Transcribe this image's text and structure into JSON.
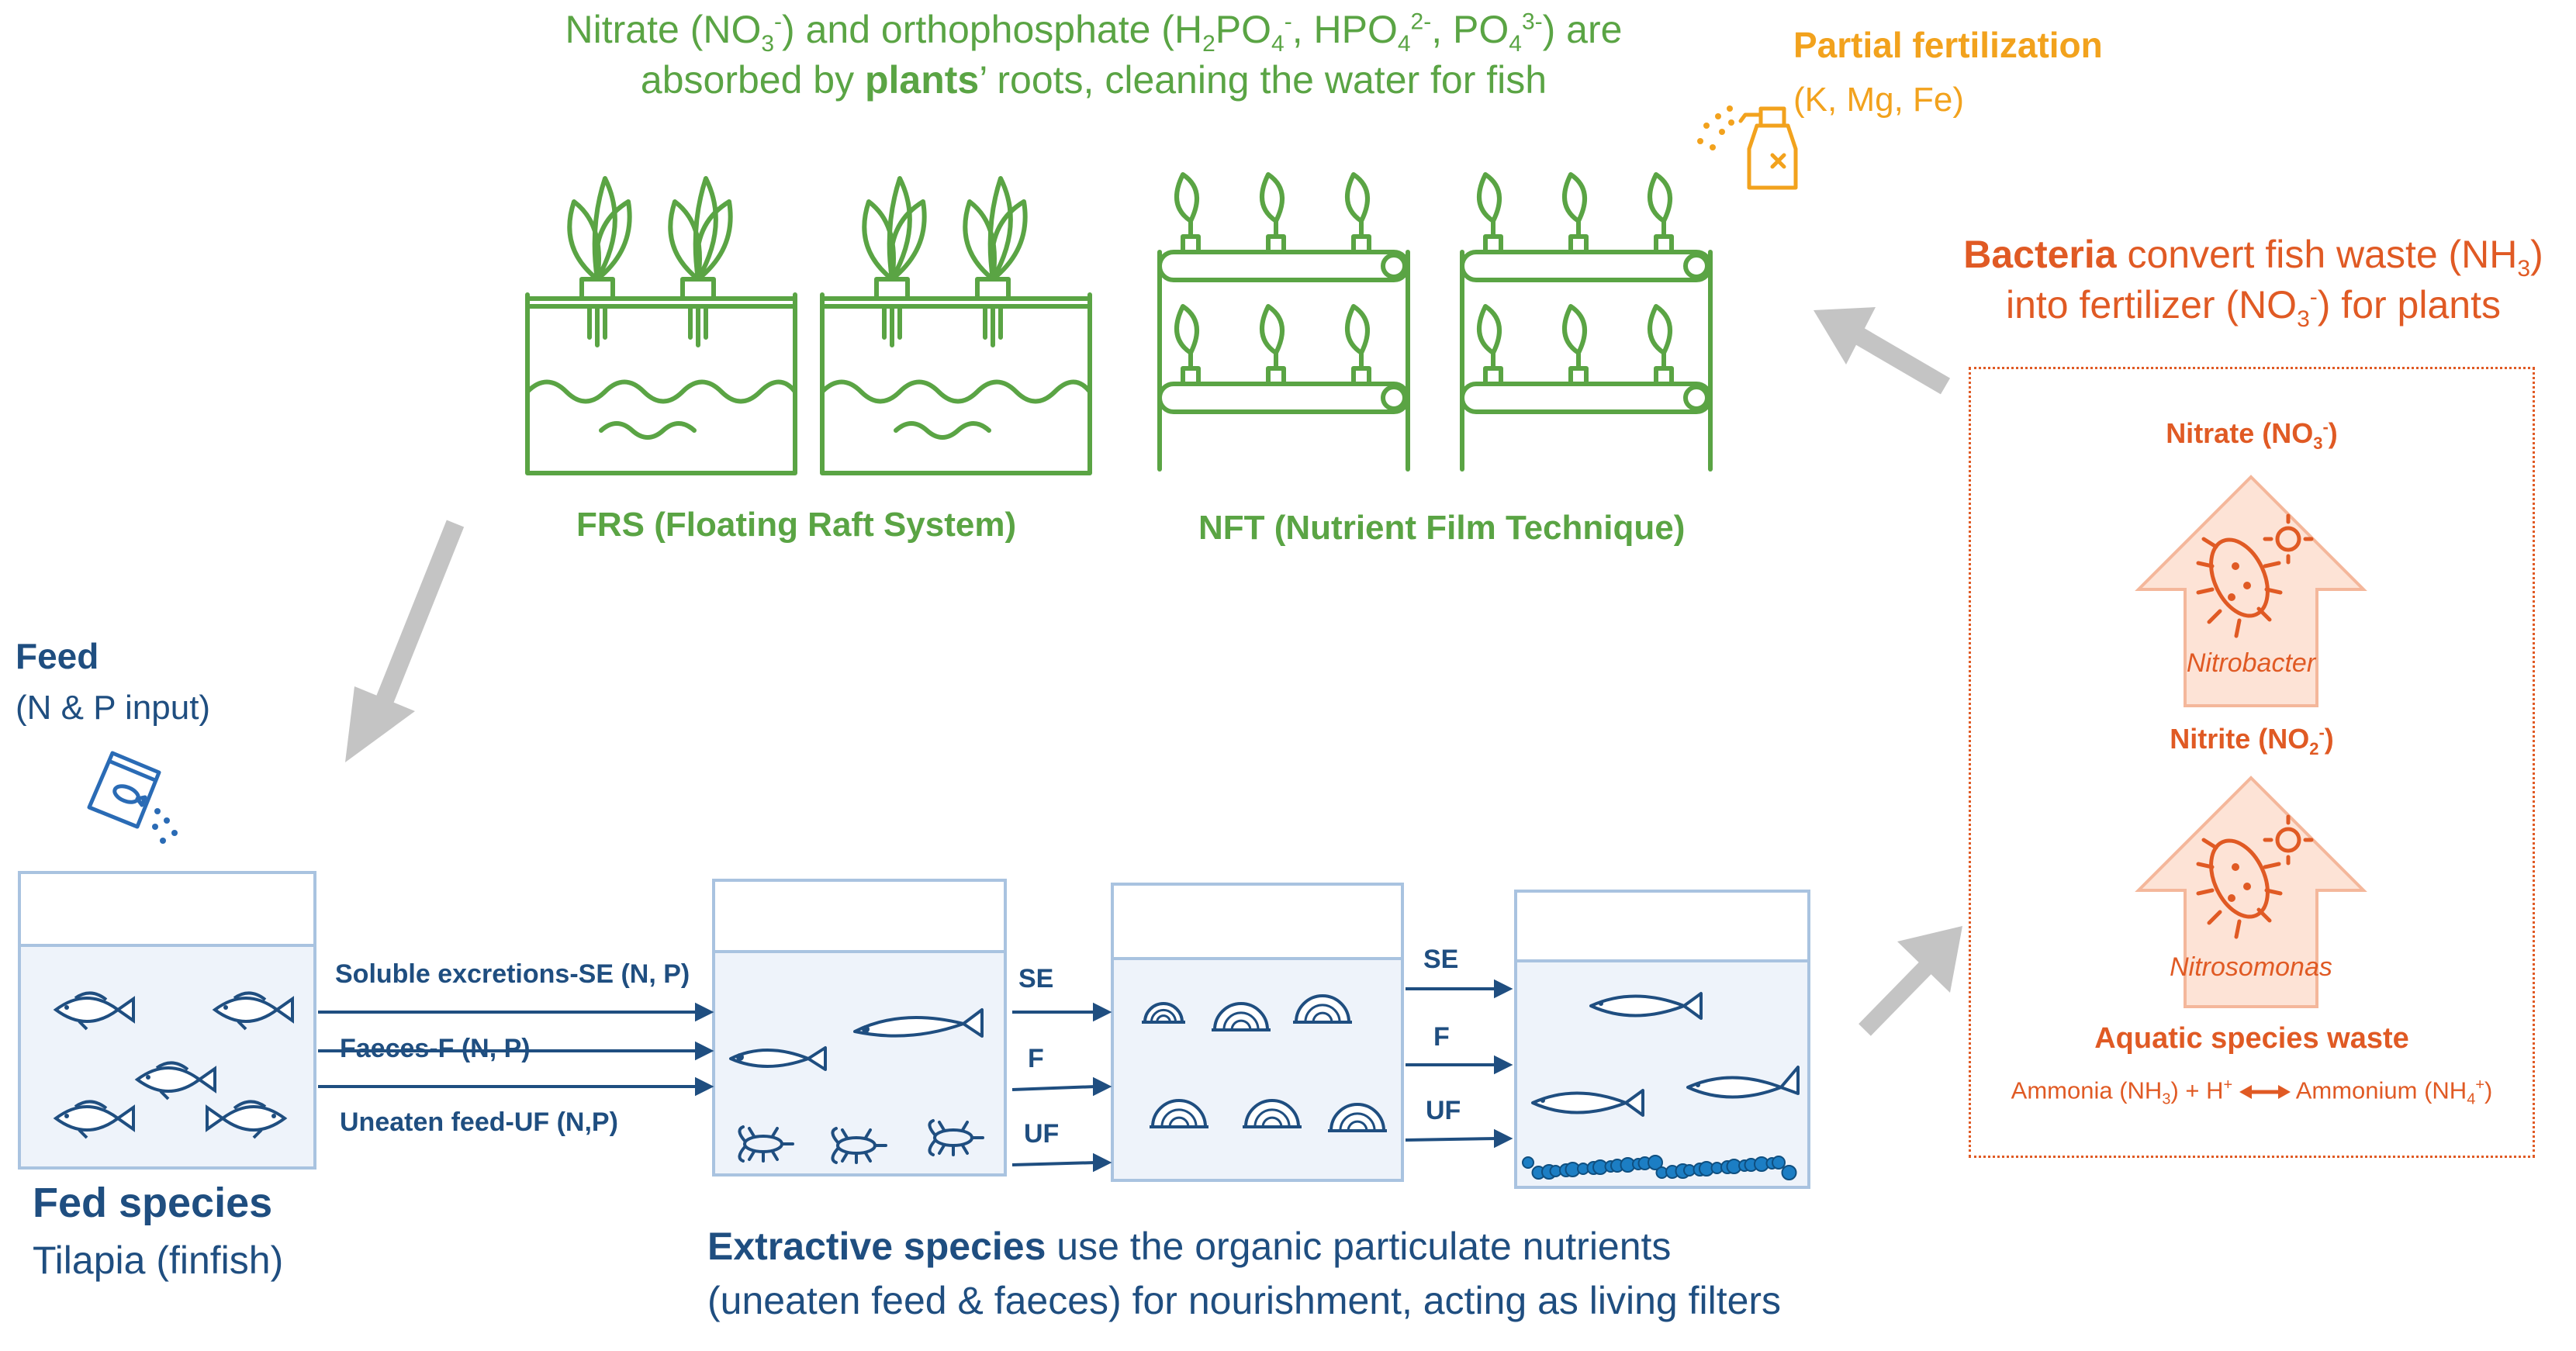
{
  "top_text": {
    "line1_prefix": "Nitrate (NO",
    "line1_mid1": ") and orthophosphate (H",
    "line1_mid2": "PO",
    "line1_mid3": ", HPO",
    "line1_mid4": ", PO",
    "line1_suffix": ") are",
    "sub_3": "3",
    "sub_2": "2",
    "sub_4": "4",
    "sup_minus": "-",
    "sup_2minus": "2-",
    "sup_3minus": "3-",
    "line2_prefix": "absorbed by ",
    "line2_bold": "plants",
    "line2_suffix": "’ roots, cleaning the water for fish"
  },
  "partial_fertilization": {
    "title": "Partial fertilization",
    "detail": "(K, Mg, Fe)"
  },
  "plant_systems": {
    "frs_label": "FRS (Floating Raft System)",
    "nft_label": "NFT (Nutrient Film Technique)"
  },
  "bacteria_text": {
    "line1_bold": "Bacteria",
    "line1_rest": " convert  fish waste (NH",
    "line1_sub": "3",
    "line1_end": ")",
    "line2_prefix": "into fertilizer (NO",
    "line2_sub": "3",
    "line2_sup": "-",
    "line2_end": ") for plants"
  },
  "bacteria_box": {
    "nitrate_prefix": "Nitrate (NO",
    "nitrate_sub": "3",
    "nitrate_sup": "-",
    "nitrate_end": ")",
    "nitrobacter": "Nitrobacter",
    "nitrite_prefix": "Nitrite (NO",
    "nitrite_sub": "2",
    "nitrite_sup": "-",
    "nitrite_end": ")",
    "nitrosomonas": "Nitrosomonas",
    "waste_title": "Aquatic species waste",
    "eq_left_prefix": "Ammonia (NH",
    "eq_left_sub": "3",
    "eq_left_mid": ") + H",
    "eq_plus": "+",
    "eq_right_prefix": "Ammonium (NH",
    "eq_right_sub": "4",
    "eq_right_end": ")"
  },
  "feed": {
    "title": "Feed",
    "detail": "(N & P input)"
  },
  "flows": {
    "se_full": "Soluble excretions-SE (N, P)",
    "f_full": "Faeces-F (N, P)",
    "uf_full": "Uneaten feed-UF (N,P)",
    "se": "SE",
    "f": "F",
    "uf": "UF"
  },
  "fed_species": {
    "title": "Fed species",
    "detail": "Tilapia (finfish)"
  },
  "extractive": {
    "bold": "Extractive species",
    "rest": " use the organic particulate nutrients",
    "line2": "(uneaten feed & faeces) for nourishment, acting as living filters"
  },
  "colors": {
    "green": "#5aa444",
    "orange": "#f2a21d",
    "red": "#e05a24",
    "navy": "#1f4e80",
    "tank_border": "#a9c3e0",
    "tank_fill": "#eef3fa",
    "arrow_gray": "#c4c4c4"
  }
}
